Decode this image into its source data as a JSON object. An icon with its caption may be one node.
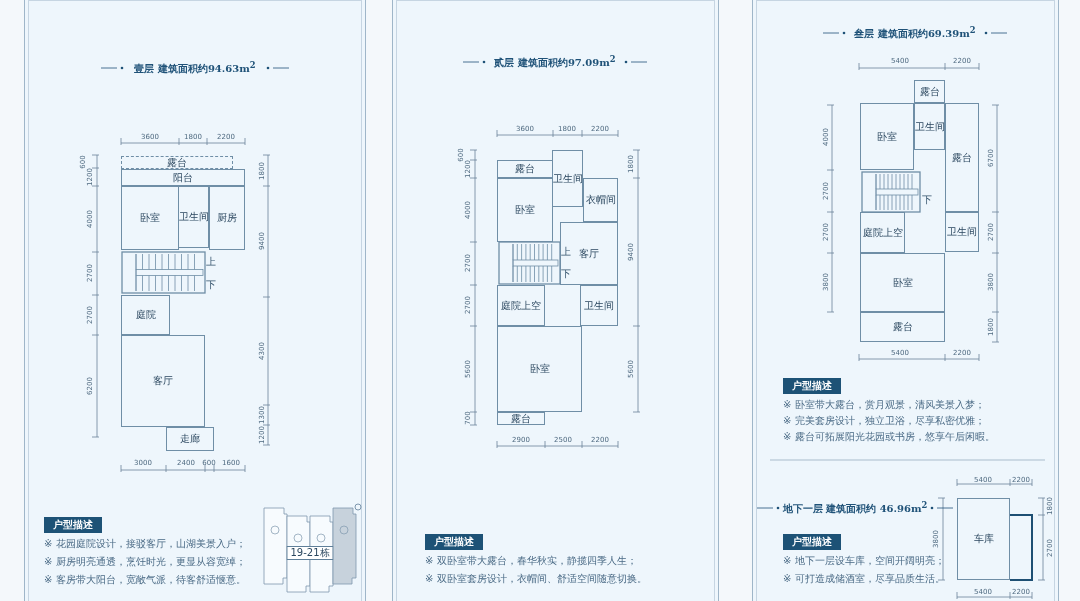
{
  "diagram": {
    "nodes": [
      {
        "text": [
          "露台"
        ]
      },
      {
        "text": [
          "阳台"
        ]
      },
      {
        "text": [
          "卧室"
        ]
      },
      {
        "text": [
          "卫生间"
        ]
      },
      {
        "text": [
          "厨房"
        ]
      },
      {
        "text": [
          "庭院"
        ]
      },
      {
        "text": [
          "客厅"
        ]
      },
      {
        "text": [
          "走廊"
        ]
      },
      {
        "text": [
          "露台"
        ]
      },
      {
        "text": [
          "卫生间"
        ]
      },
      {
        "text": [
          "卧室"
        ]
      },
      {
        "text": [
          "衣帽间"
        ]
      },
      {
        "text": [
          "客厅"
        ]
      },
      {
        "text": [
          "庭院上空"
        ]
      },
      {
        "text": [
          "卫生间"
        ]
      },
      {
        "text": [
          "卧室"
        ]
      },
      {
        "text": [
          "露台"
        ]
      },
      {
        "text": [
          "露台"
        ]
      },
      {
        "text": [
          "卧室"
        ]
      },
      {
        "text": [
          "卫生间"
        ]
      },
      {
        "text": [
          "露台"
        ]
      },
      {
        "text": [
          "庭院上空"
        ]
      },
      {
        "text": [
          "卫生间"
        ]
      },
      {
        "text": [
          "卧室"
        ]
      },
      {
        "text": [
          "露台"
        ]
      },
      {
        "text": [
          "车库"
        ]
      }
    ],
    "labels": [
      "壹层 建筑面积约94.63m$^{2}$",
      "3600",
      "1800",
      "2200",
      "600",
      "1200",
      "4000",
      "2700",
      "2700",
      "6200",
      "1800",
      "9400",
      "4300",
      "1300",
      "1200",
      "上",
      "下",
      "3000",
      "2400",
      "600",
      "1600",
      "户型描述",
      "※ 花园庭院设计，接驳客厅，山湖美景入户；",
      "※ 厨房明亮通透，烹饪时光，更显从容宽绰；",
      "※ 客房带大阳台，宽敞气派，待客舒适惬意。",
      "19-21栋",
      "贰层 建筑面积约97.09m$^{2}$",
      "3600",
      "1800",
      "2200",
      "600",
      "1200",
      "4000",
      "2700",
      "2700",
      "5600",
      "700",
      "1800",
      "9400",
      "5600",
      "上",
      "下",
      "2900",
      "2500",
      "2200",
      "户型描述",
      "※ 双卧室带大露台，春华秋实，静揽四季人生；",
      "※ 双卧室套房设计，衣帽间、舒适空间随意切换。",
      "叁层 建筑面积约69.39m$^{2}$",
      "5400",
      "2200",
      "4000",
      "2700",
      "2700",
      "3800",
      "6700",
      "2700",
      "3800",
      "1800",
      "下",
      "5400",
      "2200",
      "户型描述",
      "※ 卧室带大露台，赏月观景，清风美景入梦；",
      "※ 完美套房设计，独立卫浴，尽享私密优雅；",
      "※ 露台可拓展阳光花园或书房，悠享午后闲暇。",
      "地下一层 建筑面积约 46.96m$^{2}$",
      "5400",
      "2200",
      "3800",
      "1800",
      "2700",
      "户型描述",
      "※ 地下一层设车库，空间开阔明亮；",
      "※ 可打造成储酒室，尽享品质生活。",
      "5400",
      "2200"
    ]
  }
}
